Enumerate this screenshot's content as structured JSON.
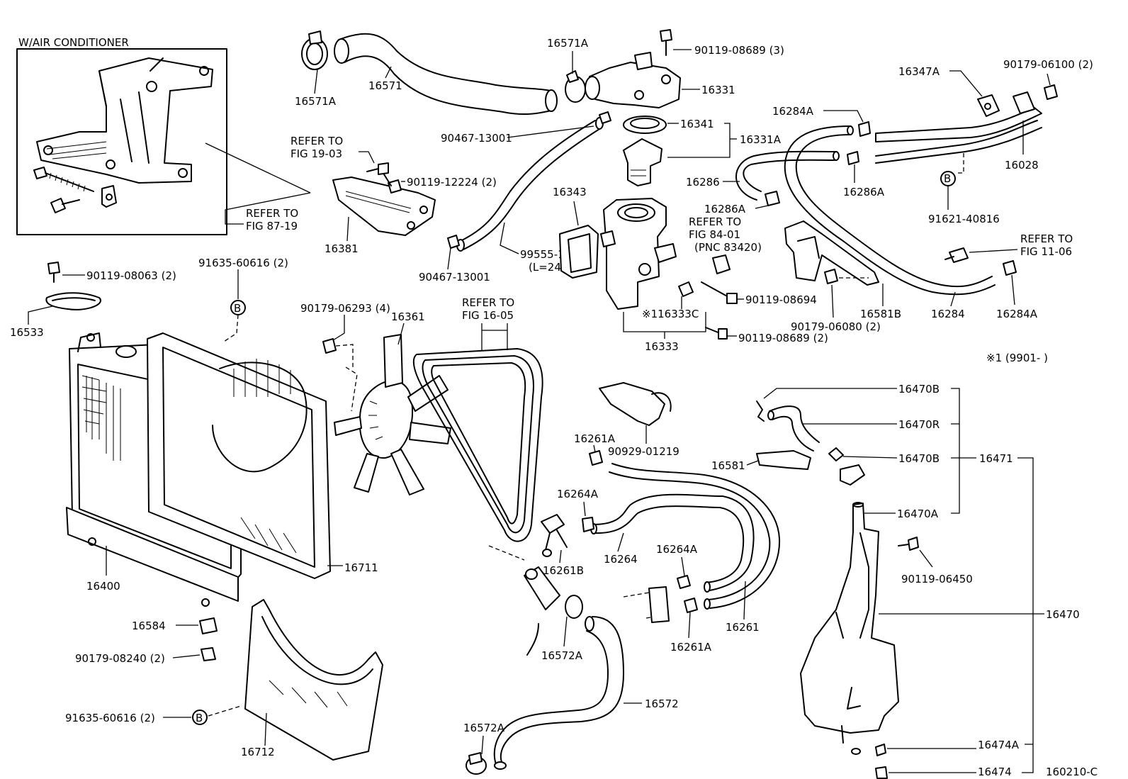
{
  "diagram": {
    "inset_title": "W/AIR CONDITIONER",
    "circle_marker": "B",
    "drawing_code": "160210-C",
    "footnote": "※1 (9901-        )",
    "refs": {
      "fig_87_19": [
        "REFER TO",
        "FIG 87-19"
      ],
      "fig_19_03": [
        "REFER TO",
        "FIG 19-03"
      ],
      "fig_84_01": [
        "REFER TO",
        "FIG 84-01",
        "(PNC 83420)"
      ],
      "fig_11_06": [
        "REFER TO",
        "FIG 11-06"
      ],
      "fig_16_05": [
        "REFER TO",
        "FIG 16-05"
      ]
    },
    "labels": {
      "p16571A_top": "16571A",
      "p16571A_left": "16571A",
      "p16571": "16571",
      "p90119_08689_3": "90119-08689 (3)",
      "p16331": "16331",
      "p16341": "16341",
      "p16331A": "16331A",
      "p90467_13001_a": "90467-13001",
      "p90467_13001_b": "90467-13001",
      "p90119_12224": "90119-12224 (2)",
      "p16381": "16381",
      "p99555": "99555-10300",
      "p99555_len": "(L=240)",
      "p16343": "16343",
      "p16286": "16286",
      "p16286A_a": "16286A",
      "p16286A_b": "16286A",
      "p16347A": "16347A",
      "p90179_06100": "90179-06100 (2)",
      "p16284A_top": "16284A",
      "p16028": "16028",
      "p91621": "91621-40816",
      "p16284": "16284",
      "p16284A_bot": "16284A",
      "p16581B": "16581B",
      "p90119_08694": "90119-08694",
      "p90179_06080": "90179-06080 (2)",
      "p116333C": "※116333C",
      "p16333": "16333",
      "p90119_08689_2": "90119-08689 (2)",
      "p90119_08063": "90119-08063 (2)",
      "p91635_top": "91635-60616 (2)",
      "p16533": "16533",
      "p90179_06293": "90179-06293 (4)",
      "p16361": "16361",
      "p16400": "16400",
      "p16711": "16711",
      "p16584": "16584",
      "p90179_08240": "90179-08240 (2)",
      "p91635_bot": "91635-60616 (2)",
      "p16712": "16712",
      "p16261A_top": "16261A",
      "p90929": "90929-01219",
      "p16264A_a": "16264A",
      "p16264": "16264",
      "p16261B": "16261B",
      "p16264A_b": "16264A",
      "p16261": "16261",
      "p16261A_bot": "16261A",
      "p16572A_a": "16572A",
      "p16572A_b": "16572A",
      "p16572": "16572",
      "p16470B_a": "16470B",
      "p16470R": "16470R",
      "p16581": "16581",
      "p16470B_b": "16470B",
      "p16471": "16471",
      "p16470A": "16470A",
      "p90119_06450": "90119-06450",
      "p16470": "16470",
      "p16474A": "16474A",
      "p16474": "16474"
    }
  }
}
